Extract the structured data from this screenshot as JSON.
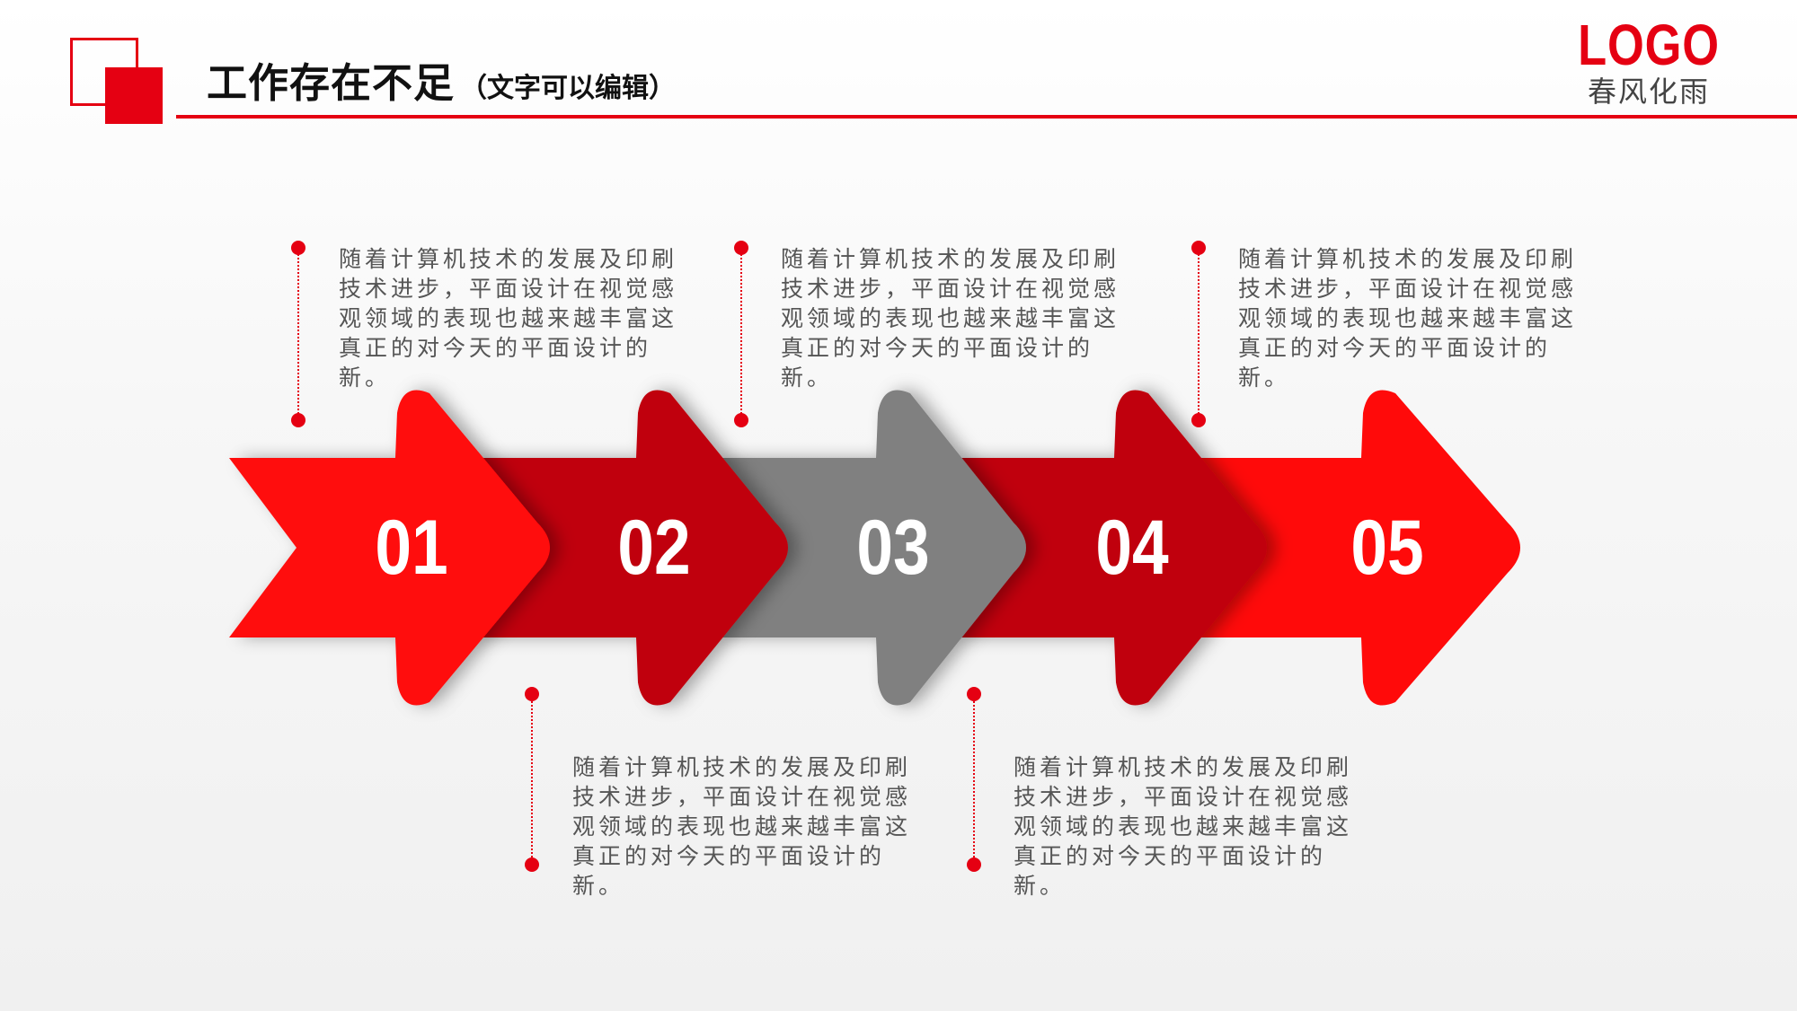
{
  "header": {
    "title": "工作存在不足",
    "subtitle": "（文字可以编辑）"
  },
  "logo": {
    "mark": "LOGO",
    "name": "春风化雨"
  },
  "colors": {
    "accent": "#e50012",
    "dark_red": "#c00010",
    "gray": "#808080"
  },
  "steps": [
    {
      "number": "01",
      "color": "#ff0a0a",
      "text": "随着计算机技术的发展及印刷技术进步，平面设计在视觉感观领域的表现也越来越丰富这真正的对今天的平面设计的新。"
    },
    {
      "number": "02",
      "color": "#c00010",
      "text": "随着计算机技术的发展及印刷技术进步，平面设计在视觉感观领域的表现也越来越丰富这真正的对今天的平面设计的新。"
    },
    {
      "number": "03",
      "color": "#808080",
      "text": "随着计算机技术的发展及印刷技术进步，平面设计在视觉感观领域的表现也越来越丰富这真正的对今天的平面设计的新。"
    },
    {
      "number": "04",
      "color": "#c00010",
      "text": "随着计算机技术的发展及印刷技术进步，平面设计在视觉感观领域的表现也越来越丰富这真正的对今天的平面设计的新。"
    },
    {
      "number": "05",
      "color": "#ff0a0a",
      "text": "随着计算机技术的发展及印刷技术进步，平面设计在视觉感观领域的表现也越来越丰富这真正的对今天的平面设计的新。"
    }
  ]
}
